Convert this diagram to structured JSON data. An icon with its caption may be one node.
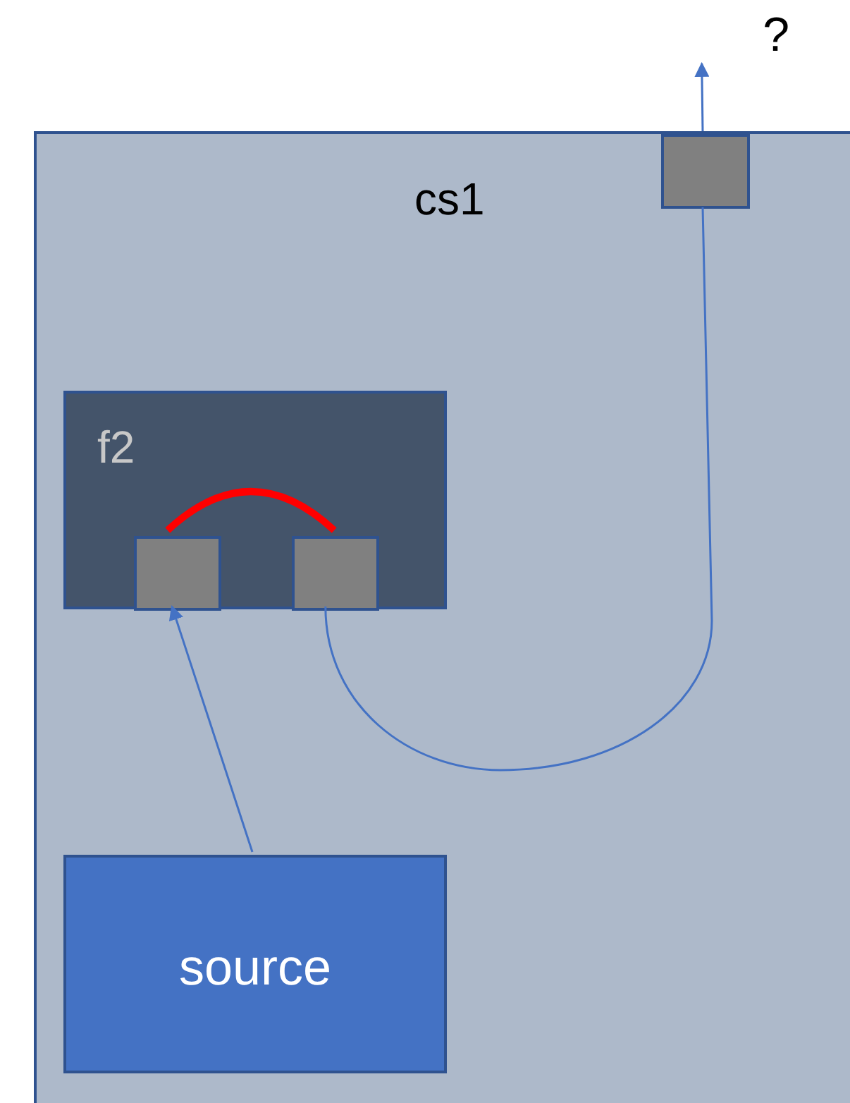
{
  "diagram": {
    "nodes": [
      {
        "text": [
          "cs1"
        ]
      },
      {
        "text": [],
        "shape": "box",
        "in": 0
      },
      {
        "text": [
          "f2"
        ],
        "in": 0
      },
      {
        "text": [],
        "shape": "box",
        "in": 2
      },
      {
        "text": [],
        "shape": "box",
        "in": 2
      },
      {
        "text": [
          "source"
        ],
        "in": 0
      },
      {
        "text": [
          "?"
        ]
      }
    ],
    "edges": [
      {
        "from": 5,
        "to": 3,
        "arrow": "to"
      },
      {
        "from": 3,
        "to": 4,
        "arrow": "none",
        "style": "thick",
        "color": "#ff0000"
      },
      {
        "from": 4,
        "to": 1,
        "arrow": "none"
      },
      {
        "from": 1,
        "to": 6,
        "arrow": "to"
      }
    ]
  }
}
